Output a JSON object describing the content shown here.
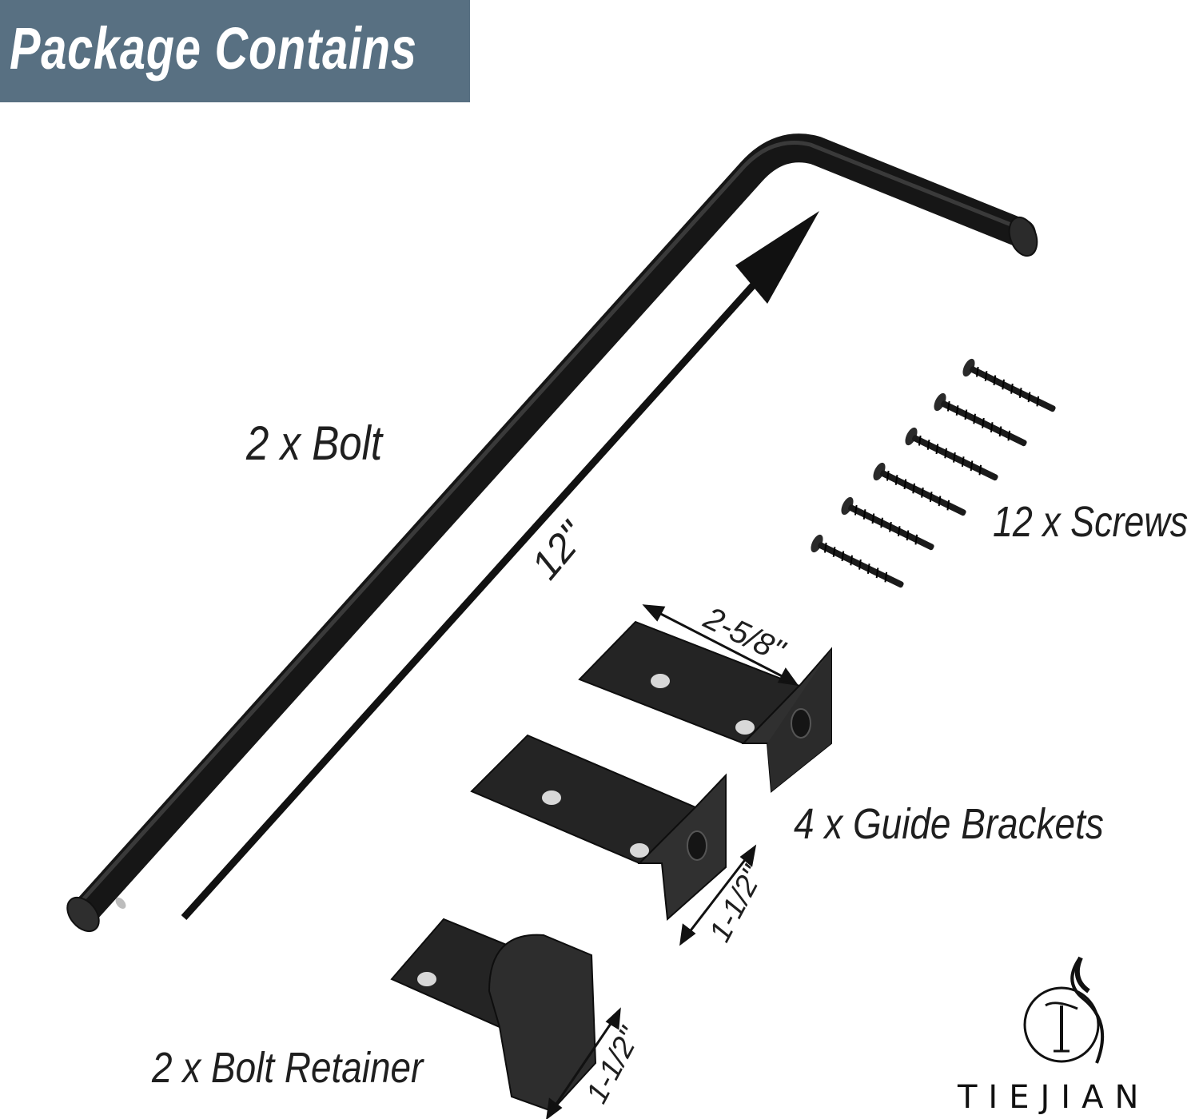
{
  "header": {
    "title": "Package Contains"
  },
  "items": {
    "bolt": "2 x Bolt",
    "screws": "12 x Screws",
    "guide_brackets": "4 x Guide Brackets",
    "bolt_retainer": "2 x Bolt Retainer"
  },
  "dimensions": {
    "bolt_length": "12\"",
    "bracket_length": "2-5/8\"",
    "bracket_height": "1-1/2\"",
    "retainer_height": "1-1/2\""
  },
  "brand": {
    "name": "TIEJIAN",
    "mark": "T"
  },
  "colors": {
    "header_bg": "#587082",
    "hardware": "#1c1c1c",
    "text": "#1f1f1f"
  }
}
